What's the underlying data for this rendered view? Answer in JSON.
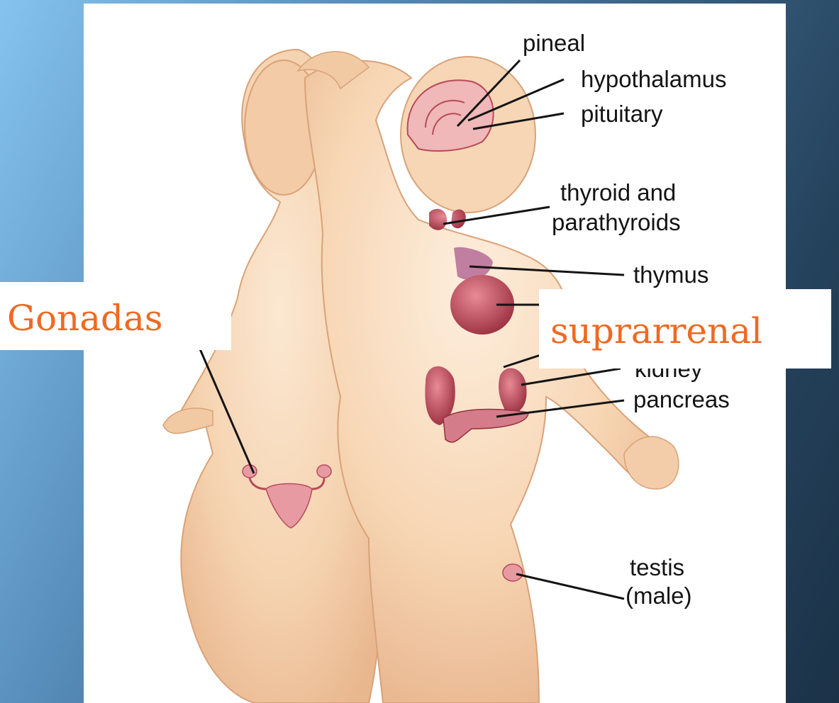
{
  "diagram": {
    "labels": {
      "pineal": "pineal",
      "hypothalamus": "hypothalamus",
      "pituitary": "pituitary",
      "thyroid_line1": "thyroid and",
      "thyroid_line2": "parathyroids",
      "thymus": "thymus",
      "kidney": "kidney",
      "pancreas": "pancreas",
      "testis_line1": "testis",
      "testis_line2": "(male)"
    },
    "overlay_labels": {
      "gonadas": "Gonadas",
      "suprarrenal": "suprarrenal"
    }
  },
  "colors": {
    "overlay_text": "#ee6a22",
    "skin": "#f6d8b6",
    "organ": "#b84a5a"
  }
}
